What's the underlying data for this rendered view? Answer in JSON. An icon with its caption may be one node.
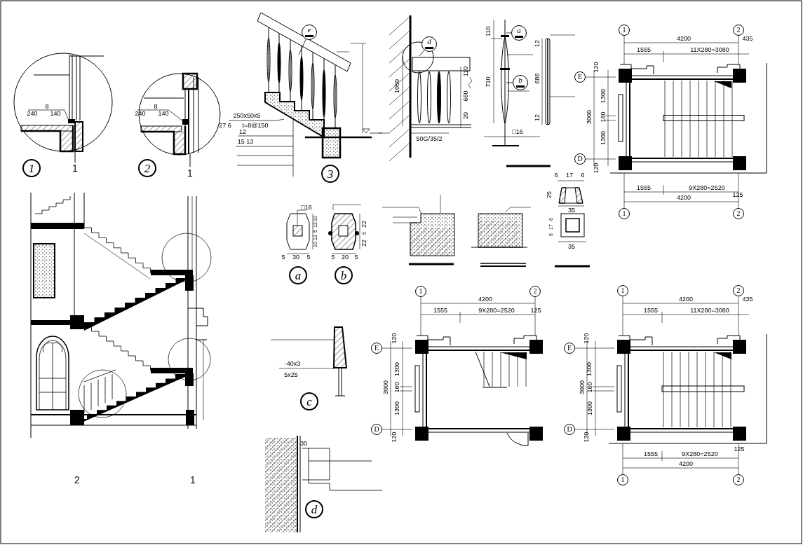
{
  "diagram": {
    "nodes": [
      {
        "text": [
          "e"
        ]
      },
      {
        "text": [
          "d"
        ]
      },
      {
        "text": [
          "a"
        ]
      },
      {
        "text": [
          "b"
        ]
      },
      {
        "text": [
          "1"
        ]
      },
      {
        "text": [
          "2"
        ]
      },
      {
        "text": [
          "E"
        ]
      },
      {
        "text": [
          "D"
        ]
      },
      {
        "text": [
          "1"
        ]
      },
      {
        "text": [
          "2"
        ]
      },
      {
        "text": [
          "3"
        ]
      },
      {
        "text": [
          "1"
        ]
      },
      {
        "text": [
          "2"
        ]
      },
      {
        "text": [
          "a"
        ]
      },
      {
        "text": [
          "b"
        ]
      },
      {
        "text": [
          "1"
        ]
      },
      {
        "text": [
          "2"
        ]
      },
      {
        "text": [
          "1"
        ]
      },
      {
        "text": [
          "2"
        ]
      },
      {
        "text": [
          "E"
        ]
      },
      {
        "text": [
          "E"
        ]
      },
      {
        "text": [
          "c"
        ]
      },
      {
        "text": [
          "D"
        ]
      },
      {
        "text": [
          "D"
        ]
      },
      {
        "text": [
          "1"
        ]
      },
      {
        "text": [
          "2"
        ]
      },
      {
        "text": [
          "d"
        ]
      }
    ],
    "edges": [
      {
        "from": 0,
        "to": null,
        "arrow": "none"
      },
      {
        "from": 1,
        "to": null,
        "arrow": "none"
      },
      {
        "from": 2,
        "to": null,
        "arrow": "none"
      },
      {
        "from": 3,
        "to": null,
        "arrow": "none"
      }
    ],
    "labels": [
      "8",
      "240",
      "140",
      "1",
      "8",
      "240",
      "140",
      "1",
      "250x50x5",
      "27 6",
      "t=8@150",
      "12",
      "15 13",
      "1050",
      "110",
      "660",
      "20",
      "50G/35/2",
      "110",
      "710",
      "□16",
      "12",
      "686",
      "12",
      "6",
      "17",
      "6",
      "25",
      "35",
      "6",
      "17",
      "6",
      "35",
      "4200",
      "435",
      "1555",
      "11X280=3080",
      "120",
      "1300",
      "3000",
      "160",
      "1300",
      "120",
      "1555",
      "9X280=2520",
      "125",
      "4200",
      "□16",
      "10",
      "12",
      "5",
      "12",
      "10",
      "5",
      "30",
      "5",
      "22",
      "5",
      "22",
      "5",
      "20",
      "5",
      "4200",
      "1555",
      "9X280=2520",
      "125",
      "120",
      "1300",
      "3000",
      "160",
      "1300",
      "120",
      "4200",
      "435",
      "1555",
      "11X280=3080",
      "120",
      "1300",
      "3000",
      "160",
      "1300",
      "120",
      "1555",
      "9X280=2520",
      "125",
      "4200",
      "-40x3",
      "5x25",
      "2",
      "1",
      "30"
    ]
  }
}
